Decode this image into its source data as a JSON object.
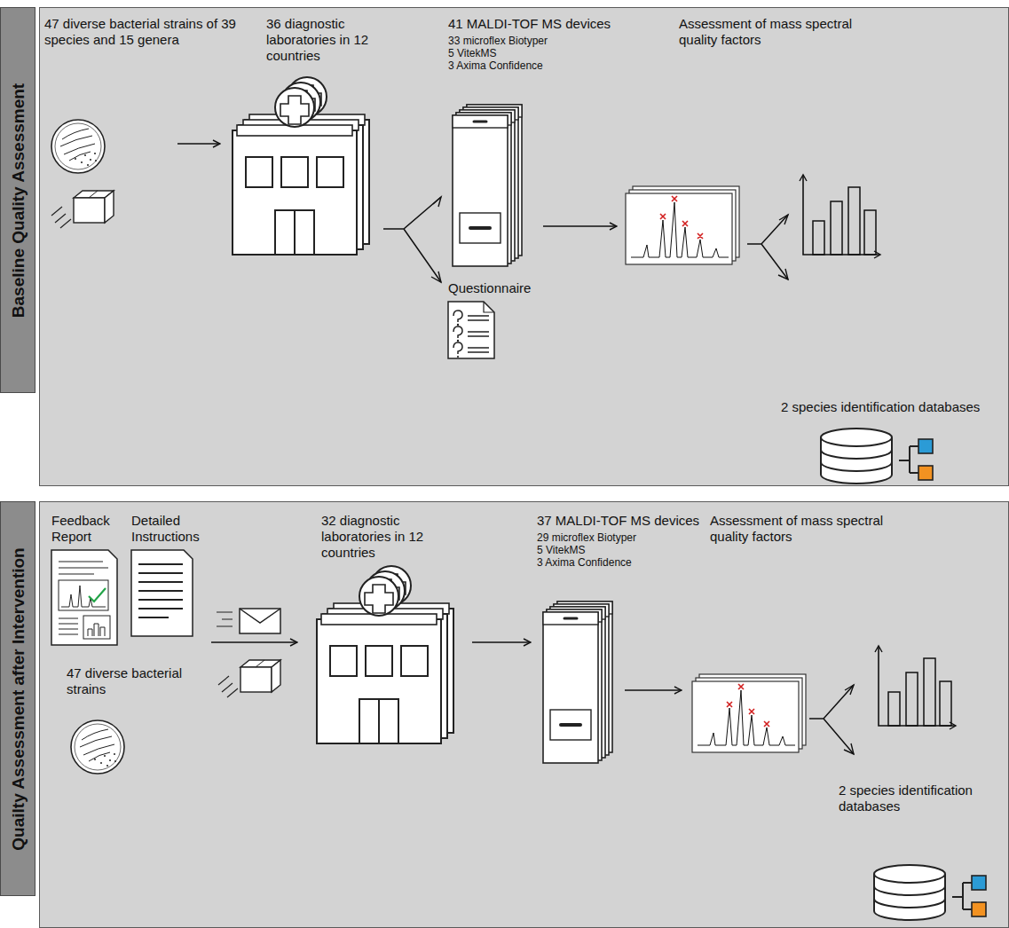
{
  "diagram": {
    "nodes": [
      {
        "text": [
          "Baseline Quality Assessment",
          "47 diverse bacterial strains of 39 species and 15 genera",
          "36 diagnostic laboratories in 12 countries",
          "41 MALDI-TOF MS devices",
          "33 microflex Biotyper",
          "5 VitekMS",
          "3 Axima Confidence",
          "Assessment of mass spectral quality factors",
          "Questionnaire",
          "2 species identification databases"
        ]
      },
      {
        "text": [
          "Quailty Assessment after Intervention",
          "Feedback Report",
          "Detailed Instructions",
          "47 diverse bacterial strains",
          "32 diagnostic laboratories in 12 countries",
          "37 MALDI-TOF MS devices",
          "29 microflex Biotyper",
          "5 VitekMS",
          "3 Axima Confidence",
          "Assessment of mass spectral quality factors",
          "2 species identification databases"
        ]
      }
    ]
  }
}
